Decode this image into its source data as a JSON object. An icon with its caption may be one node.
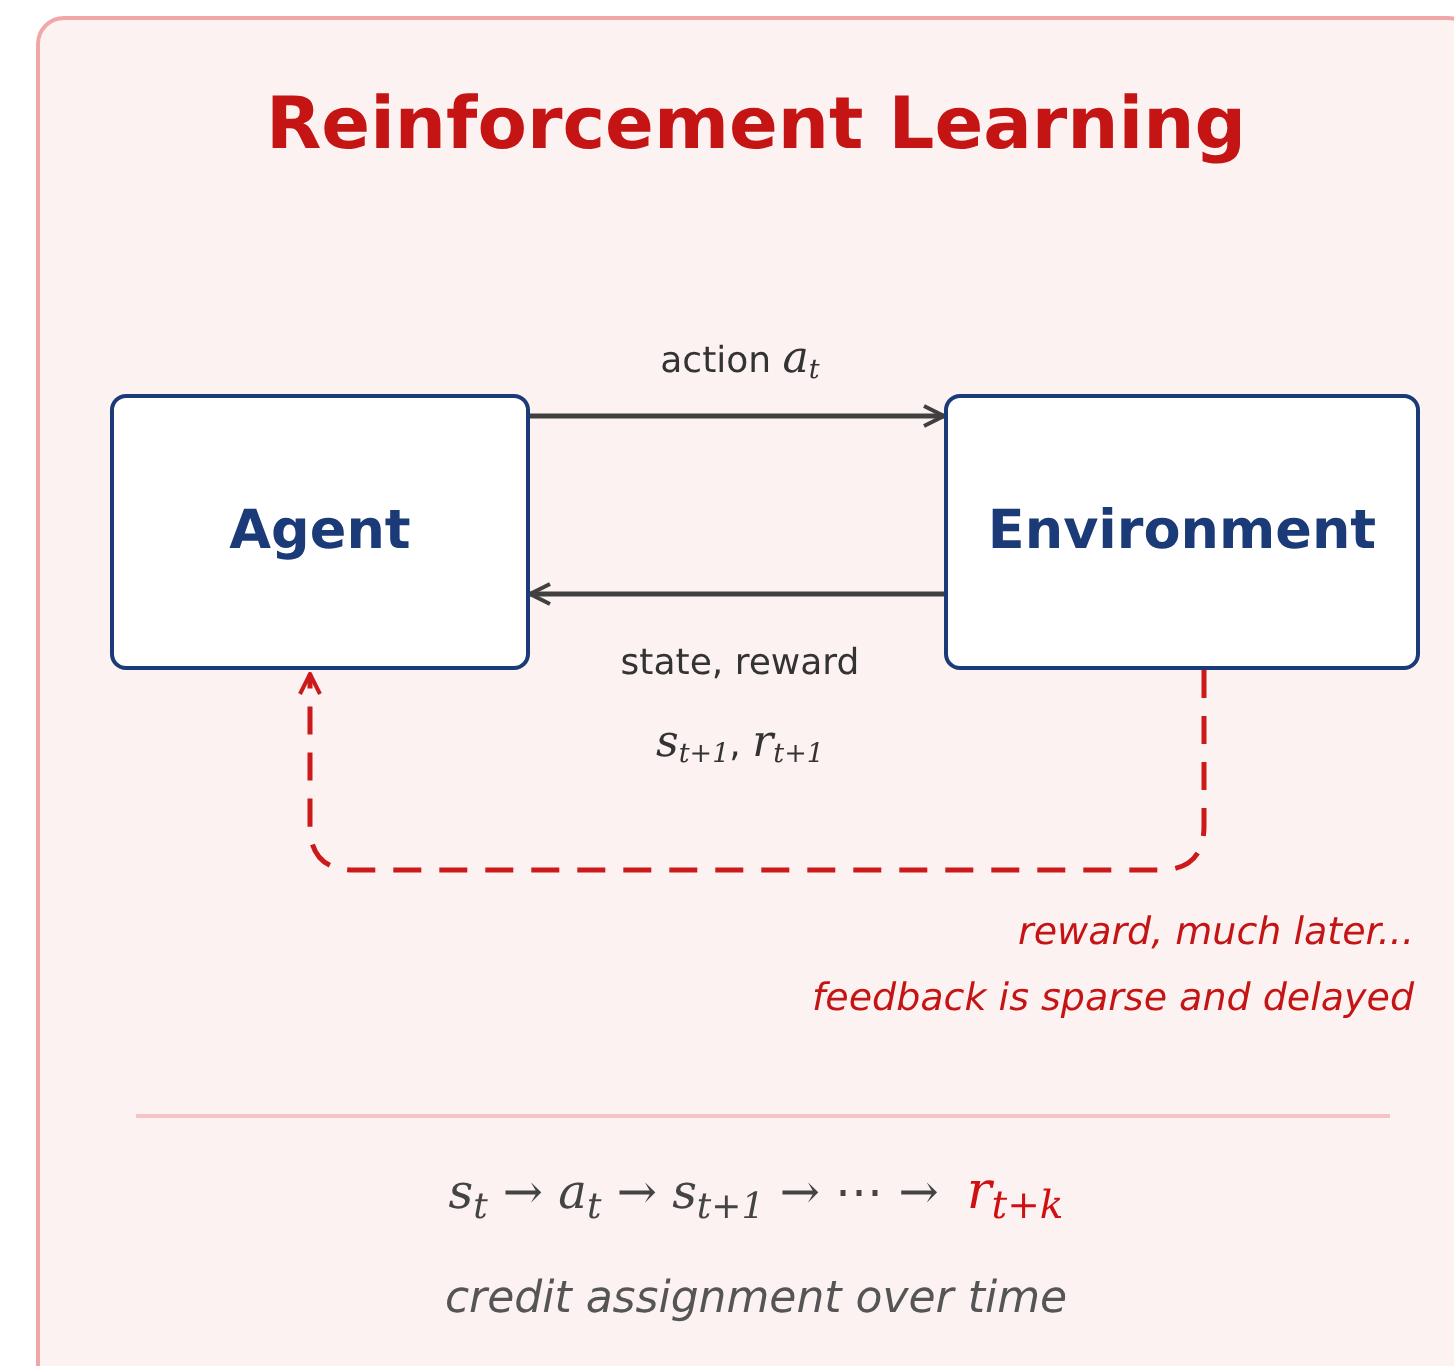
{
  "diagram": {
    "title": "Reinforcement Learning",
    "nodes": [
      {
        "text": [
          "Agent"
        ]
      },
      {
        "text": [
          "Environment"
        ]
      }
    ],
    "edges": [
      {
        "from": 0,
        "to": 1,
        "arrow": "to",
        "label": "action *a*$_{t}$"
      },
      {
        "from": 1,
        "to": 0,
        "arrow": "to",
        "label": "state, reward *s*$_{t+1}$, *r*$_{t+1}$"
      },
      {
        "from": 1,
        "to": 0,
        "arrow": "to",
        "style": "dashed",
        "color": "#cc1a1a"
      }
    ],
    "labels": [
      "reward, much later...",
      "feedback is sparse and delayed",
      "*s*$_{t}$ → *a*$_{t}$ → *s*$_{t+1}$ → ⋯ →",
      "*r*$_{t+k}$",
      "credit assignment over time"
    ]
  }
}
